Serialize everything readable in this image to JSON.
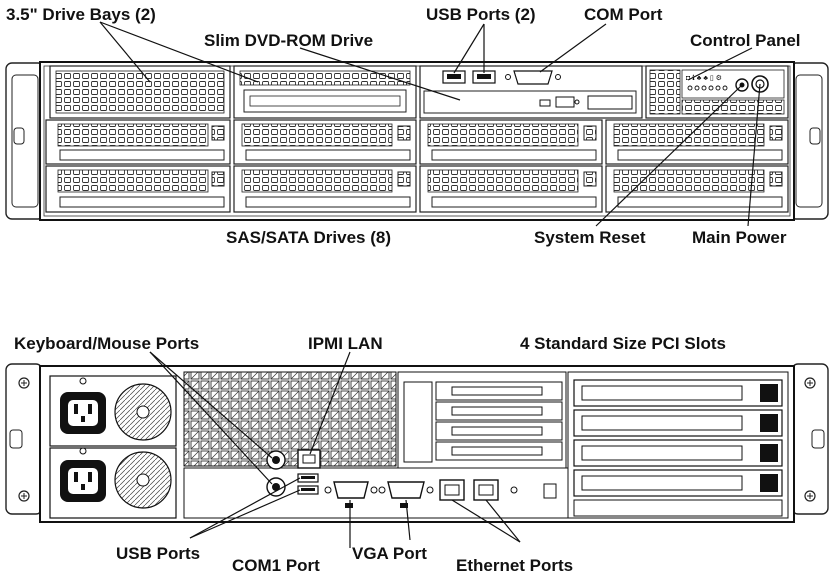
{
  "front_labels": {
    "drive_bays_35": "3.5\" Drive Bays (2)",
    "slim_dvd": "Slim DVD-ROM Drive",
    "usb_ports_front": "USB Ports (2)",
    "com_port": "COM Port",
    "control_panel": "Control Panel",
    "sas_sata": "SAS/SATA Drives (8)",
    "system_reset": "System Reset",
    "main_power": "Main Power"
  },
  "rear_labels": {
    "keyboard_mouse": "Keyboard/Mouse Ports",
    "ipmi_lan": "IPMI LAN",
    "pci_slots": "4 Standard Size PCI Slots",
    "usb_ports_rear": "USB Ports",
    "com1_port": "COM1 Port",
    "vga_port": "VGA Port",
    "ethernet_ports": "Ethernet Ports"
  }
}
